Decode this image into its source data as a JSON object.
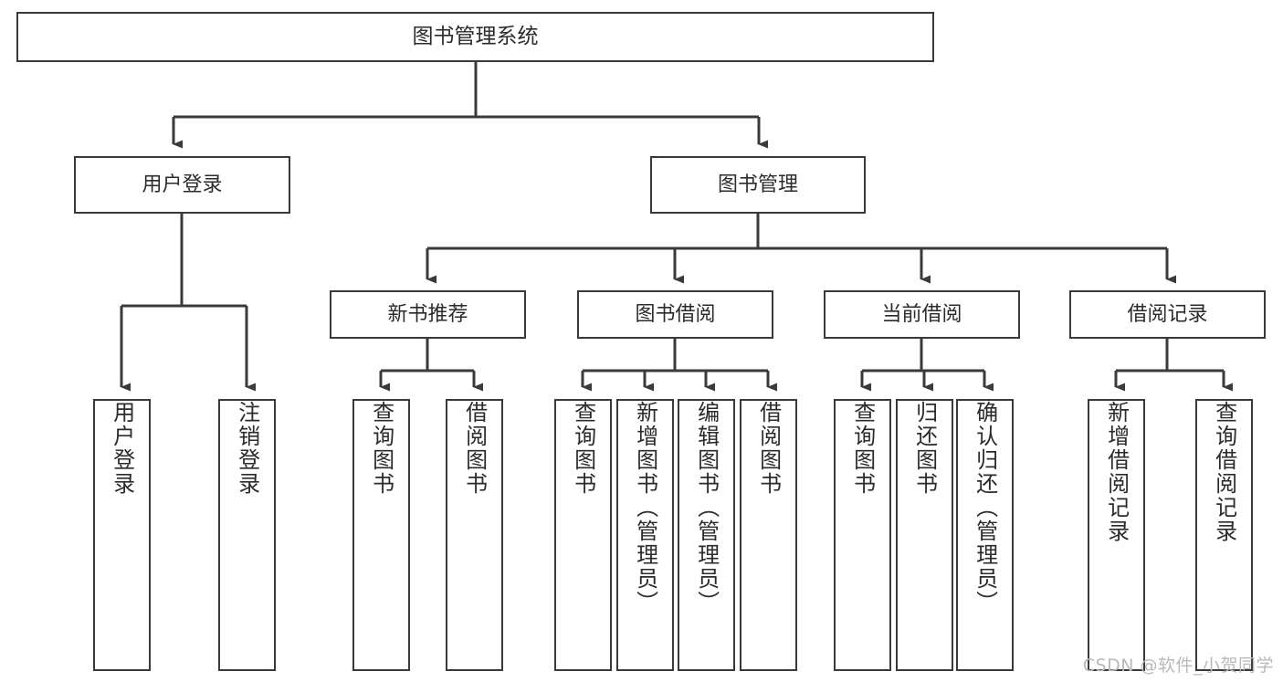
{
  "diagram": {
    "title_node": {
      "label": "图书管理系统"
    },
    "level2": [
      {
        "id": "user-login",
        "label": "用户登录"
      },
      {
        "id": "book-manage",
        "label": "图书管理"
      }
    ],
    "level3": [
      {
        "id": "new-book-recommend",
        "label": "新书推荐"
      },
      {
        "id": "book-borrow",
        "label": "图书借阅"
      },
      {
        "id": "current-borrow",
        "label": "当前借阅"
      },
      {
        "id": "borrow-record",
        "label": "借阅记录"
      }
    ],
    "leaves": [
      {
        "id": "leaf-user-login",
        "label": "用户登录",
        "parent": "user-login"
      },
      {
        "id": "leaf-logout-login",
        "label": "注销登录",
        "parent": "user-login"
      },
      {
        "id": "leaf-query-book-1",
        "label": "查询图书",
        "parent": "new-book-recommend"
      },
      {
        "id": "leaf-borrow-book-1",
        "label": "借阅图书",
        "parent": "new-book-recommend"
      },
      {
        "id": "leaf-query-book-2",
        "label": "查询图书",
        "parent": "book-borrow"
      },
      {
        "id": "leaf-add-book",
        "label": "新增图书（管理员）",
        "parent": "book-borrow"
      },
      {
        "id": "leaf-edit-book",
        "label": "编辑图书（管理员）",
        "parent": "book-borrow"
      },
      {
        "id": "leaf-borrow-book-2",
        "label": "借阅图书",
        "parent": "book-borrow"
      },
      {
        "id": "leaf-query-book-3",
        "label": "查询图书",
        "parent": "current-borrow"
      },
      {
        "id": "leaf-return-book",
        "label": "归还图书",
        "parent": "current-borrow"
      },
      {
        "id": "leaf-confirm-return",
        "label": "确认归还（管理员）",
        "parent": "current-borrow"
      },
      {
        "id": "leaf-add-record",
        "label": "新增借阅记录",
        "parent": "borrow-record"
      },
      {
        "id": "leaf-query-record",
        "label": "查询借阅记录",
        "parent": "borrow-record"
      }
    ],
    "colors": {
      "border": "#3a3a3a",
      "text": "#2b2b2b",
      "background": "#ffffff",
      "watermark": "#b9b9b9"
    }
  },
  "watermark": {
    "text": "CSDN @软件_小贺同学"
  }
}
